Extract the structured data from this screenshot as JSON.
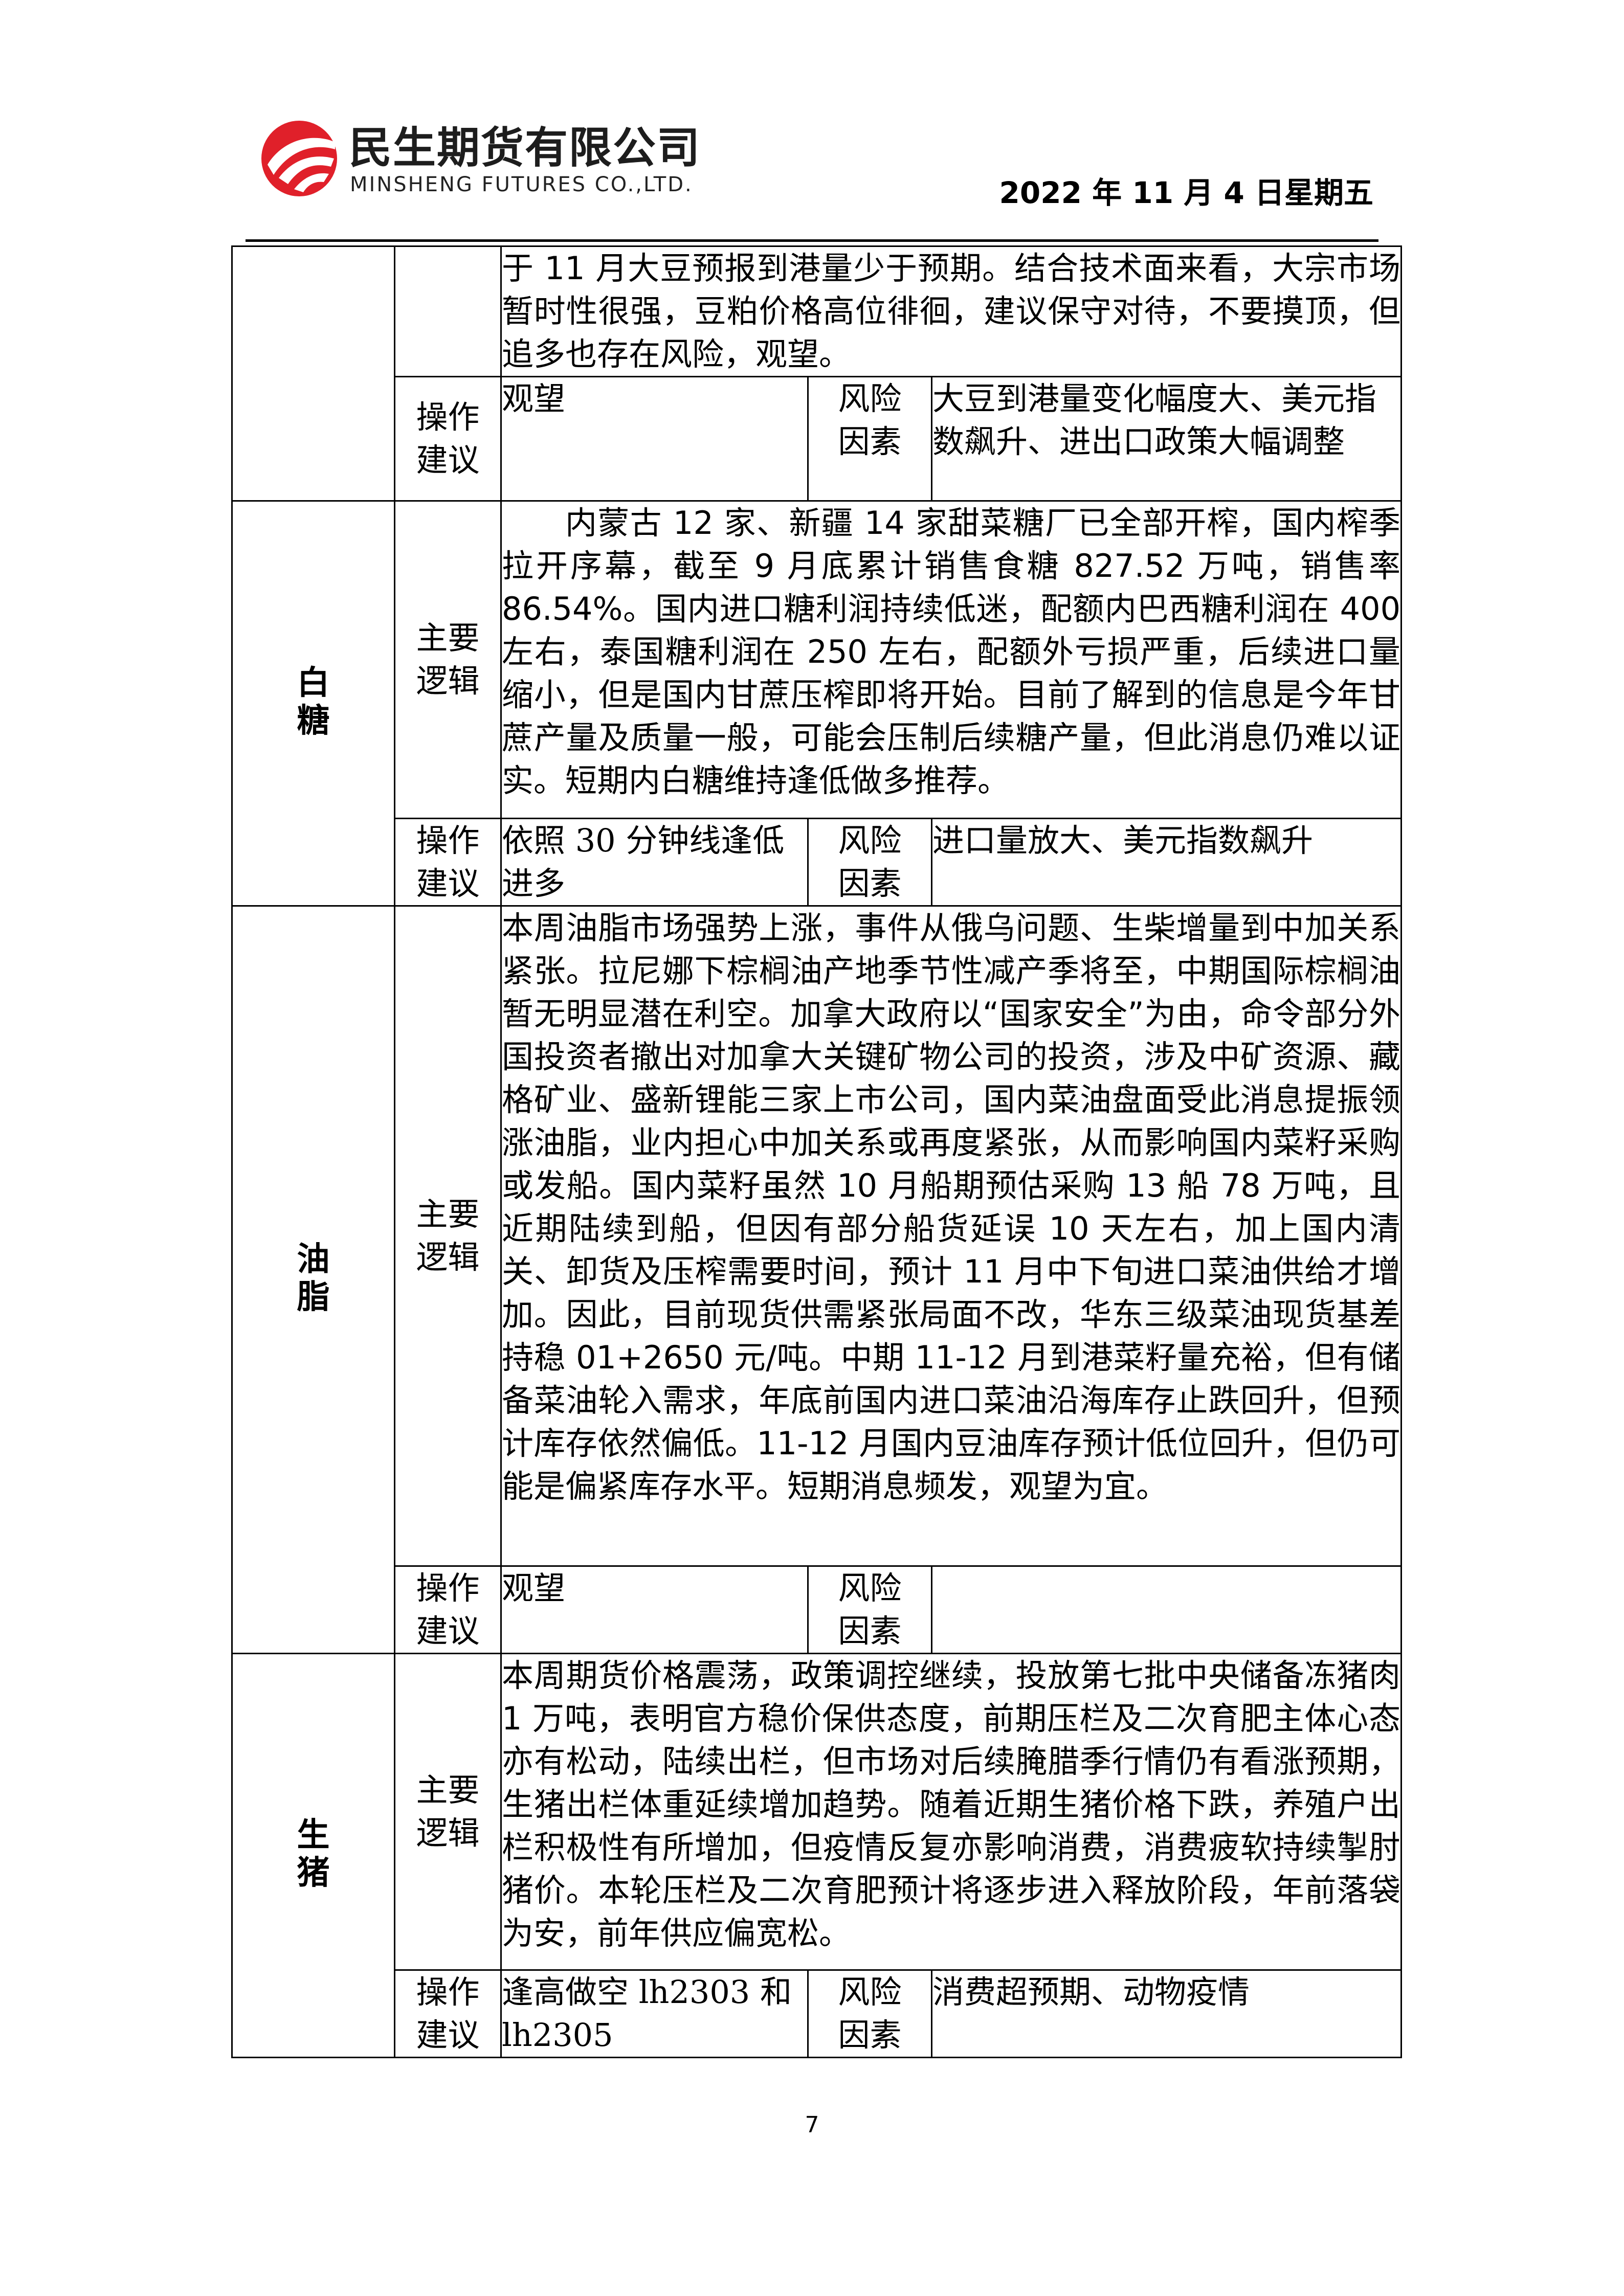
{
  "header": {
    "company_cn": "民生期货有限公司",
    "company_en": "MINSHENG FUTURES CO.,LTD.",
    "date": "2022 年 11 月 4 日星期五",
    "accent_color": "#e0202a"
  },
  "labels": {
    "main_logic": "主要逻辑",
    "operation_advice": "操作建议",
    "risk_factors": "风险因素"
  },
  "sections": [
    {
      "category": "",
      "logic": "于 11 月大豆预报到港量少于预期。结合技术面来看，大宗市场暂时性很强，豆粕价格高位徘徊，建议保守对待，不要摸顶，但追多也存在风险，观望。",
      "advice": "观望",
      "risk": "大豆到港量变化幅度大、美元指数飙升、进出口政策大幅调整"
    },
    {
      "category": "白糖",
      "logic": "内蒙古 12 家、新疆 14 家甜菜糖厂已全部开榨，国内榨季拉开序幕，截至 9 月底累计销售食糖 827.52 万吨，销售率 86.54%。国内进口糖利润持续低迷，配额内巴西糖利润在 400 左右，泰国糖利润在 250 左右，配额外亏损严重，后续进口量缩小，但是国内甘蔗压榨即将开始。目前了解到的信息是今年甘蔗产量及质量一般，可能会压制后续糖产量，但此消息仍难以证实。短期内白糖维持逢低做多推荐。",
      "advice": "依照 30 分钟线逢低进多",
      "risk": "进口量放大、美元指数飙升"
    },
    {
      "category": "油脂",
      "logic": "本周油脂市场强势上涨，事件从俄乌问题、生柴增量到中加关系紧张。拉尼娜下棕榈油产地季节性减产季将至，中期国际棕榈油暂无明显潜在利空。加拿大政府以“国家安全”为由，命令部分外国投资者撤出对加拿大关键矿物公司的投资，涉及中矿资源、藏格矿业、盛新锂能三家上市公司，国内菜油盘面受此消息提振领涨油脂，业内担心中加关系或再度紧张，从而影响国内菜籽采购或发船。国内菜籽虽然 10 月船期预估采购 13 船 78 万吨，且近期陆续到船，但因有部分船货延误 10 天左右，加上国内清关、卸货及压榨需要时间，预计 11 月中下旬进口菜油供给才增加。因此，目前现货供需紧张局面不改，华东三级菜油现货基差持稳 01+2650 元/吨。中期 11-12 月到港菜籽量充裕，但有储备菜油轮入需求，年底前国内进口菜油沿海库存止跌回升，但预计库存依然偏低。11-12 月国内豆油库存预计低位回升，但仍可能是偏紧库存水平。短期消息频发，观望为宜。",
      "advice": "观望",
      "risk": ""
    },
    {
      "category": "生猪",
      "logic": "本周期货价格震荡，政策调控继续，投放第七批中央储备冻猪肉 1 万吨，表明官方稳价保供态度，前期压栏及二次育肥主体心态亦有松动，陆续出栏，但市场对后续腌腊季行情仍有看涨预期，生猪出栏体重延续增加趋势。随着近期生猪价格下跌，养殖户出栏积极性有所增加，但疫情反复亦影响消费，消费疲软持续掣肘猪价。本轮压栏及二次育肥预计将逐步进入释放阶段，年前落袋为安，前年供应偏宽松。",
      "advice": "逢高做空 lh2303 和 lh2305",
      "risk": "消费超预期、动物疫情"
    }
  ],
  "page_number": "7"
}
